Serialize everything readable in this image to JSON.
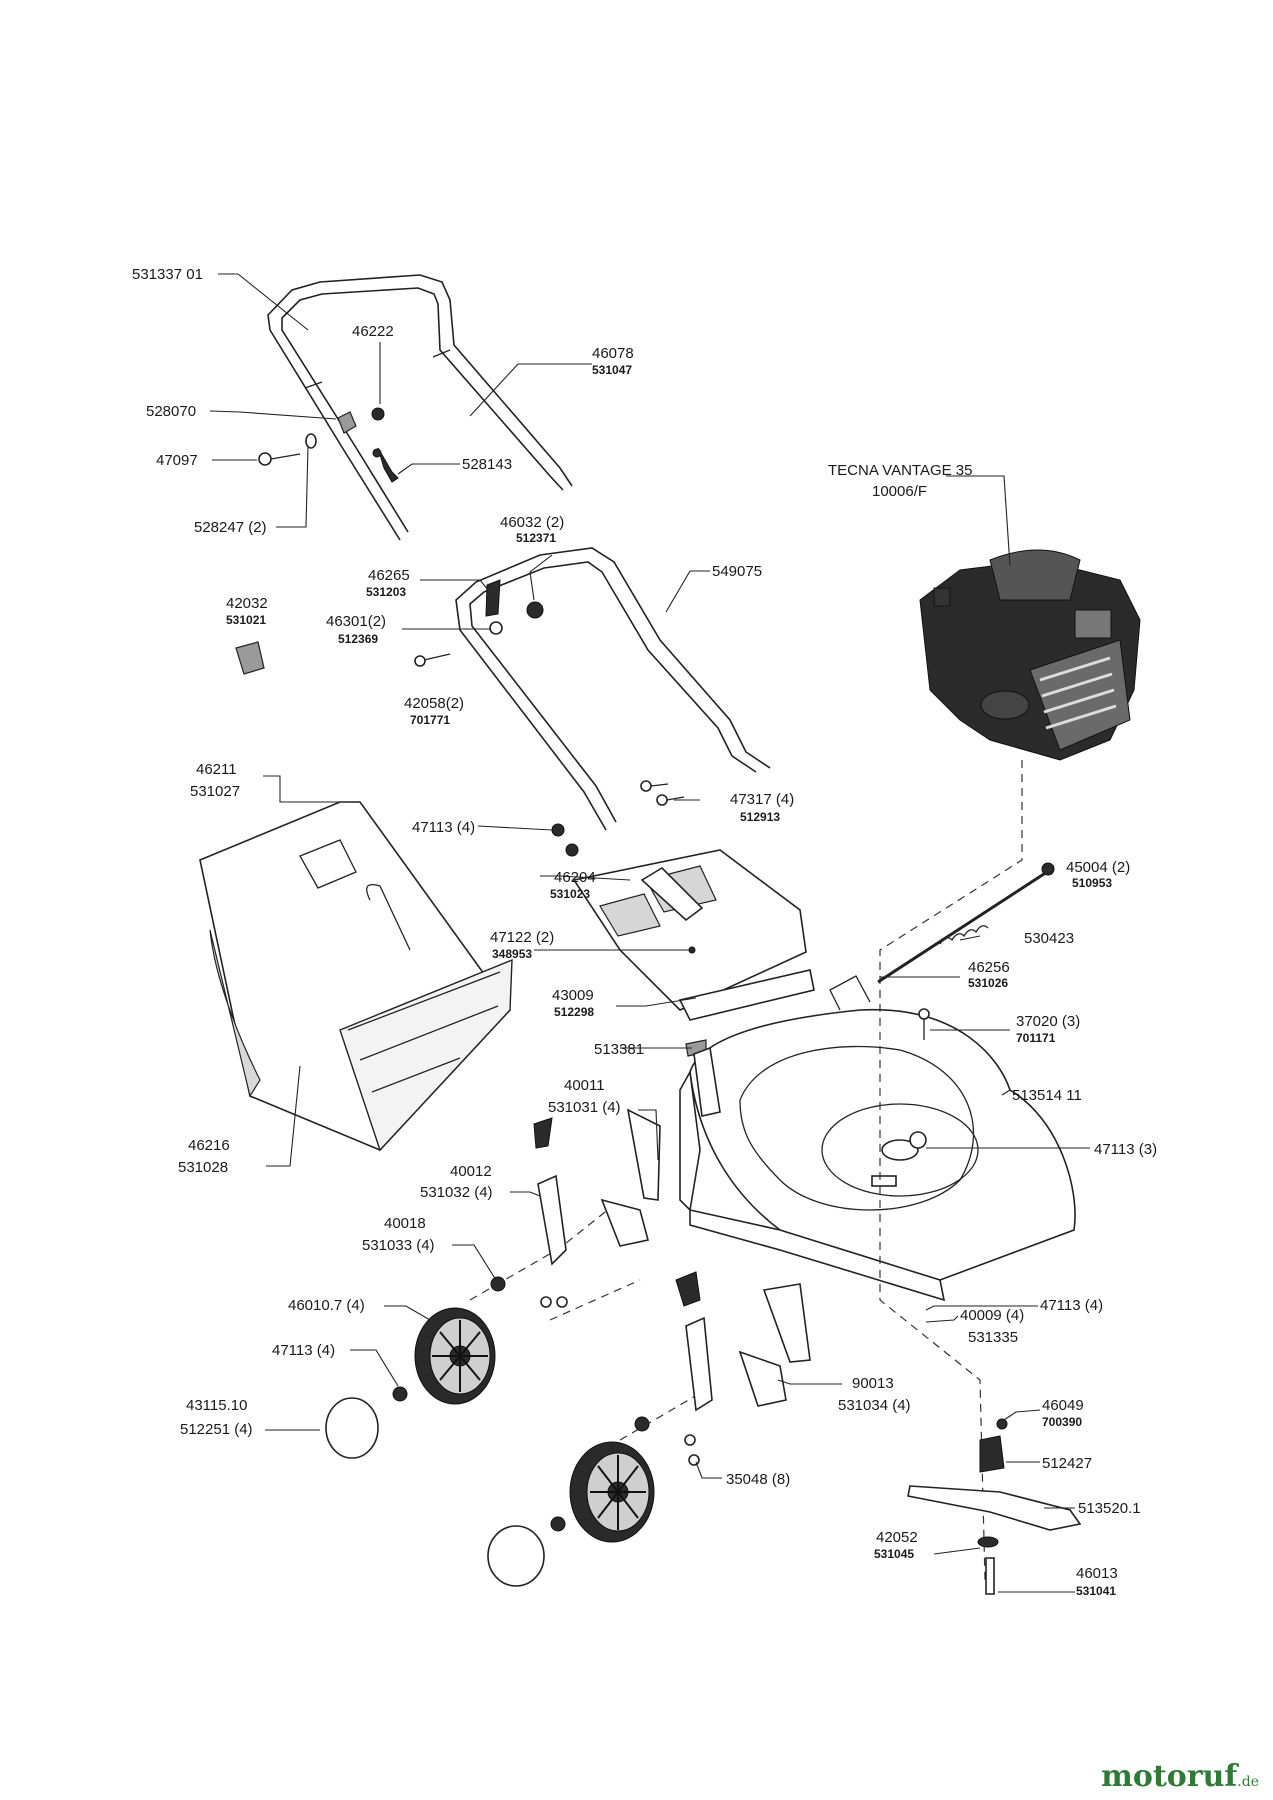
{
  "watermark": {
    "brand": "motoruf",
    "tld": ".de"
  },
  "engine": {
    "name": "TECNA VANTAGE 35",
    "code": "10006/F"
  },
  "labels": {
    "l531337": "531337 01",
    "l46222": "46222",
    "l46078": "46078",
    "l46078s": "531047",
    "l528070": "528070",
    "l47097": "47097",
    "l528143": "528143",
    "l528247": "528247 (2)",
    "l46032": "46032 (2)",
    "l46032s": "512371",
    "l46265": "46265",
    "l46265s": "531203",
    "l549075": "549075",
    "l42032": "42032",
    "l42032s": "531021",
    "l46301": "46301(2)",
    "l46301s": "512369",
    "l42058": "42058(2)",
    "l42058s": "701771",
    "l46211": "46211",
    "l46211b": "531027",
    "l47317": "47317 (4)",
    "l47317s": "512913",
    "l47113a": "47113 (4)",
    "l46204": "46204",
    "l46204s": "531023",
    "l45004": "45004 (2)",
    "l45004s": "510953",
    "l47122": "47122 (2)",
    "l47122s": "348953",
    "l530423": "530423",
    "l46256": "46256",
    "l46256s": "531026",
    "l43009": "43009",
    "l43009s": "512298",
    "l37020": "37020 (3)",
    "l37020s": "701171",
    "l513381": "513381",
    "l40011": "40011",
    "l40011b": "531031 (4)",
    "l513514": "513514 11",
    "l46216": "46216",
    "l46216b": "531028",
    "l47113b": "47113 (3)",
    "l40012": "40012",
    "l40012b": "531032 (4)",
    "l40018": "40018",
    "l40018b": "531033 (4)",
    "l46010": "46010.7 (4)",
    "l47113c": "47113 (4)",
    "l47113d": "47113 (4)",
    "l40009": "40009 (4)",
    "l40009b": "531335",
    "l90013": "90013",
    "l90013b": "531034 (4)",
    "l43115": "43115.10",
    "l43115b": "512251 (4)",
    "l46049": "46049",
    "l46049s": "700390",
    "l512427": "512427",
    "l35048": "35048 (8)",
    "l513520": "513520.1",
    "l42052": "42052",
    "l42052s": "531045",
    "l46013": "46013",
    "l46013s": "531041"
  }
}
